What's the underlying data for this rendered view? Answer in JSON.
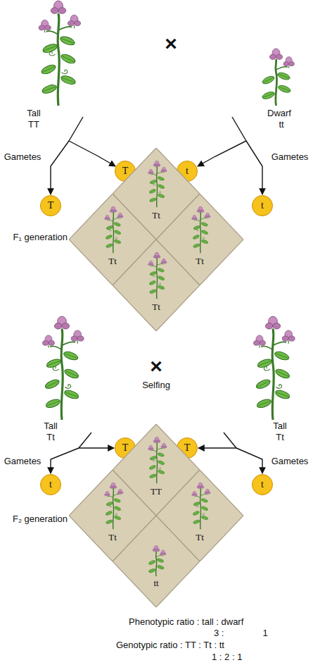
{
  "diagram": {
    "nodes": [
      {
        "text": [
          "T"
        ]
      },
      {
        "text": [
          "t"
        ]
      },
      {
        "text": [
          "T"
        ]
      },
      {
        "text": [
          "t"
        ]
      },
      {
        "text": [
          "Tt"
        ]
      },
      {
        "text": [
          "Tt"
        ]
      },
      {
        "text": [
          "Tt"
        ]
      },
      {
        "text": [
          "Tt"
        ]
      },
      {
        "text": [
          "T"
        ]
      },
      {
        "text": [
          "T"
        ]
      },
      {
        "text": [
          "t"
        ]
      },
      {
        "text": [
          "t"
        ]
      },
      {
        "text": [
          "TT"
        ]
      },
      {
        "text": [
          "Tt"
        ]
      },
      {
        "text": [
          "Tt"
        ]
      },
      {
        "text": [
          "tt"
        ]
      }
    ],
    "labels": [
      "×",
      "Tall",
      "TT",
      "Dwarf",
      "tt",
      "Gametes",
      "Gametes",
      "F₁ generation",
      "×",
      "Selfing",
      "Tall",
      "Tt",
      "Tall",
      "Tt",
      "Gametes",
      "Gametes",
      "F₂ generation",
      "Phenotypic ratio : tall : dwarf",
      "3 :",
      "1",
      "Genotypic ratio : TT : Tt : tt",
      "1 : 2 : 1"
    ]
  }
}
